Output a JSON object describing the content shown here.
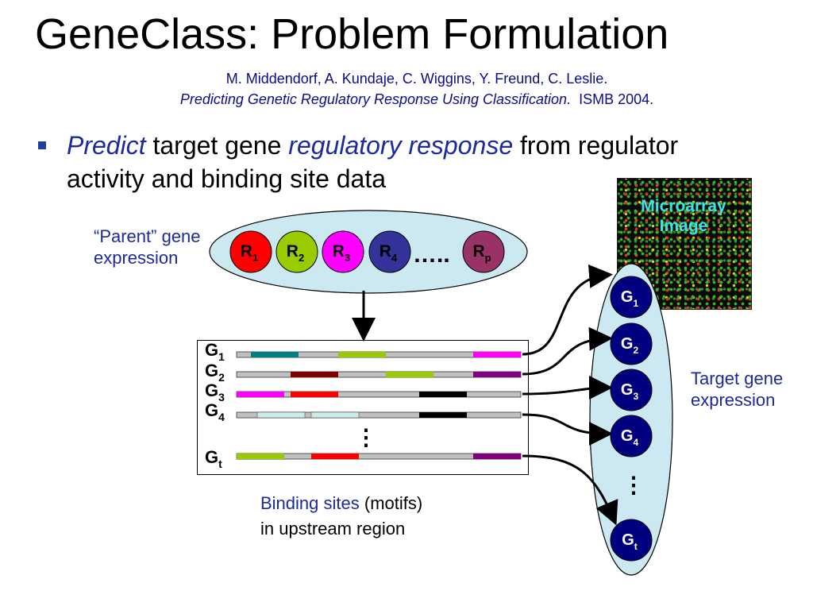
{
  "title": "GeneClass: Problem Formulation",
  "citation": {
    "authors": "M. Middendorf, A. Kundaje, C. Wiggins, Y. Freund, C. Leslie.",
    "paper_title": "Predicting Genetic Regulatory Response Using Classification.",
    "venue": "ISMB 2004."
  },
  "bullet": {
    "word1": "Predict",
    "text1": "target gene",
    "word2": "regulatory response",
    "text2": "from regulator activity and binding site data"
  },
  "parent_label": "“Parent” gene expression",
  "target_label": "Target gene expression",
  "binding": {
    "highlight": "Binding sites",
    "paren": "(motifs)",
    "line2": "in upstream region"
  },
  "microarray_label": "Microarray Image",
  "regulators": [
    {
      "base": "R",
      "sub": "1",
      "color": "#ff0000"
    },
    {
      "base": "R",
      "sub": "2",
      "color": "#99cc00"
    },
    {
      "base": "R",
      "sub": "3",
      "color": "#ff00ff"
    },
    {
      "base": "R",
      "sub": "4",
      "color": "#333399"
    },
    {
      "base": "R",
      "sub": "p",
      "color": "#993366"
    }
  ],
  "regulator_ellipsis": "…..",
  "gene_rows": [
    {
      "base": "G",
      "sub": "1"
    },
    {
      "base": "G",
      "sub": "2"
    },
    {
      "base": "G",
      "sub": "3"
    },
    {
      "base": "G",
      "sub": "4"
    },
    {
      "base": "G",
      "sub": "t"
    }
  ],
  "target_genes": [
    {
      "base": "G",
      "sub": "1"
    },
    {
      "base": "G",
      "sub": "2"
    },
    {
      "base": "G",
      "sub": "3"
    },
    {
      "base": "G",
      "sub": "4"
    },
    {
      "base": "G",
      "sub": "t"
    }
  ],
  "colors": {
    "label_blue": "#1b2a9c",
    "ellipse_fill": "#cce8f0",
    "gene_node": "#000080",
    "sequence_gray": "#c0c0c0",
    "microarray_text": "#39e6e6"
  }
}
